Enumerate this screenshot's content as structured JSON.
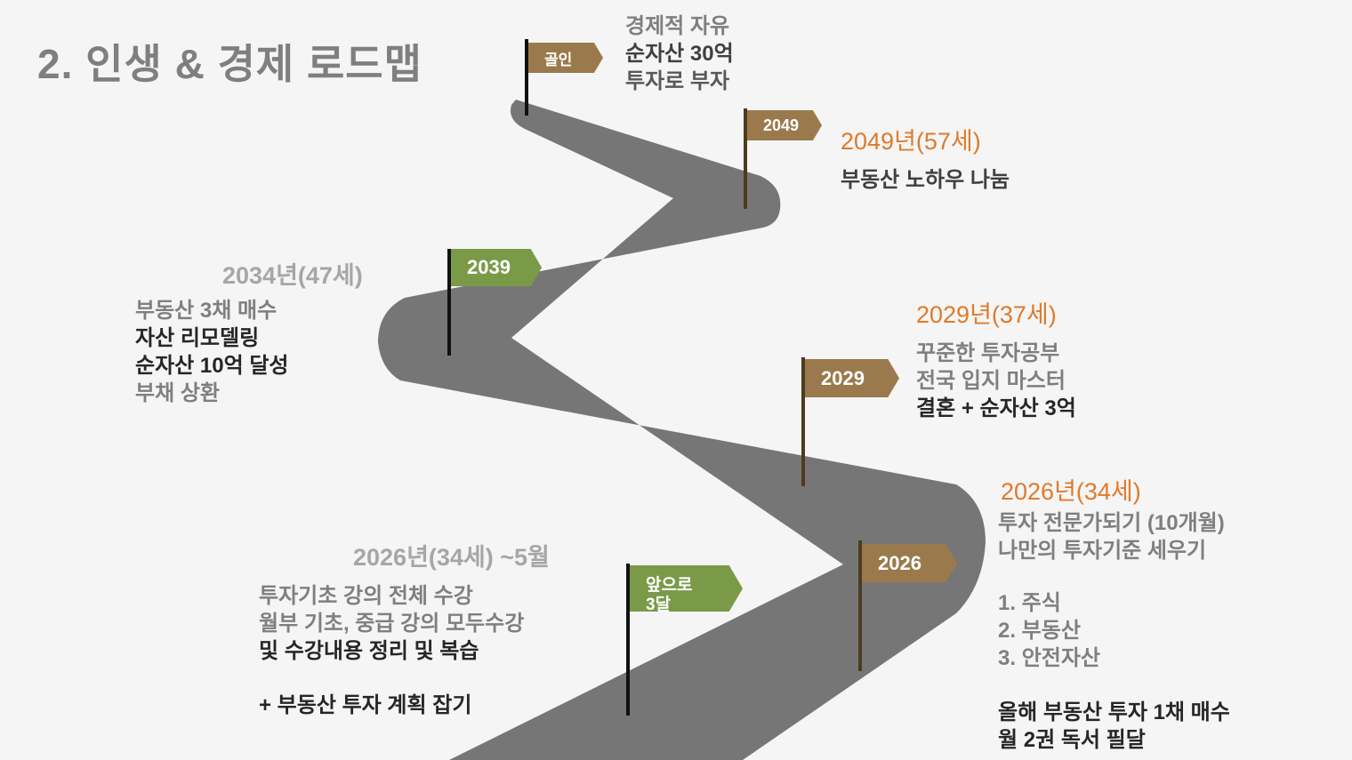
{
  "title": "2. 인생 & 경제 로드맵",
  "colors": {
    "road": "#767676",
    "flag_brown": "#9a7a4c",
    "flag_green": "#7a9a48",
    "year_orange": "#e07a2a"
  },
  "flags": {
    "goal": "골인",
    "f2049": "2049",
    "f2039": "2039",
    "f2029": "2029",
    "f2026": "2026",
    "next3": "앞으로 3달"
  },
  "goal_block": {
    "lines": [
      "경제적 자유",
      "순자산 30억",
      "투자로 부자"
    ]
  },
  "y2049": {
    "heading": "2049년(57세)",
    "lines": [
      "부동산 노하우 나눔"
    ]
  },
  "y2034": {
    "heading": "2034년(47세)",
    "lines": [
      "부동산 3채 매수",
      "자산 리모델링",
      "순자산 10억 달성",
      "부채 상환"
    ]
  },
  "y2029": {
    "heading": "2029년(37세)",
    "lines": [
      "꾸준한 투자공부",
      "전국 입지 마스터",
      "결혼 + 순자산 3억"
    ]
  },
  "y2026": {
    "heading": "2026년(34세)",
    "lines": [
      "투자 전문가되기 (10개월)",
      "나만의 투자기준 세우기"
    ],
    "list": [
      "1.  주식",
      "2.  부동산",
      "3.  안전자산"
    ],
    "footer": [
      "올해 부동산 투자 1채 매수",
      "월 2권 독서 필달"
    ]
  },
  "near": {
    "heading": "2026년(34세) ~5월",
    "lines": [
      "투자기초 강의 전체 수강",
      "월부 기초, 중급 강의 모두수강",
      "및 수강내용 정리 및 복습"
    ],
    "extra": "+ 부동산 투자 계획 잡기"
  }
}
